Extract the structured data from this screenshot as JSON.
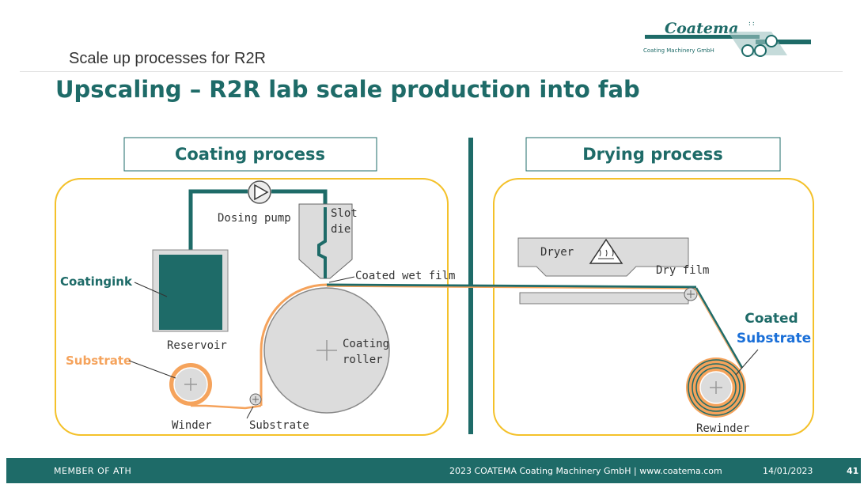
{
  "header": {
    "subtitle": "Scale up processes for R2R",
    "title": "Upscaling – R2R lab scale production into fab"
  },
  "logo": {
    "brand": "Coatema",
    "tagline": "Coating Machinery GmbH"
  },
  "diagram": {
    "coating_title": "Coating process",
    "drying_title": "Drying process",
    "labels": {
      "dosing_pump": "Dosing pump",
      "slot": "Slot",
      "die": "die",
      "coated_wet_film": "Coated wet film",
      "coating_ink": "Coatingink",
      "reservoir": "Reservoir",
      "coating": "Coating",
      "roller": "roller",
      "substrate_orange": "Substrate",
      "winder": "Winder",
      "substrate": "Substrate",
      "dryer": "Dryer",
      "dry_film": "Dry film",
      "coated": "Coated",
      "coated_substrate": "Substrate",
      "rewinder": "Rewinder"
    },
    "colors": {
      "teal": "#1e6b68",
      "orange": "#f5a35c",
      "gold": "#f4c12a",
      "gray": "#dcdcdc"
    }
  },
  "footer": {
    "member": "MEMBER OF ATH",
    "copyright": "2023 COATEMA Coating Machinery GmbH | www.coatema.com",
    "date": "14/01/2023",
    "page": "41"
  }
}
